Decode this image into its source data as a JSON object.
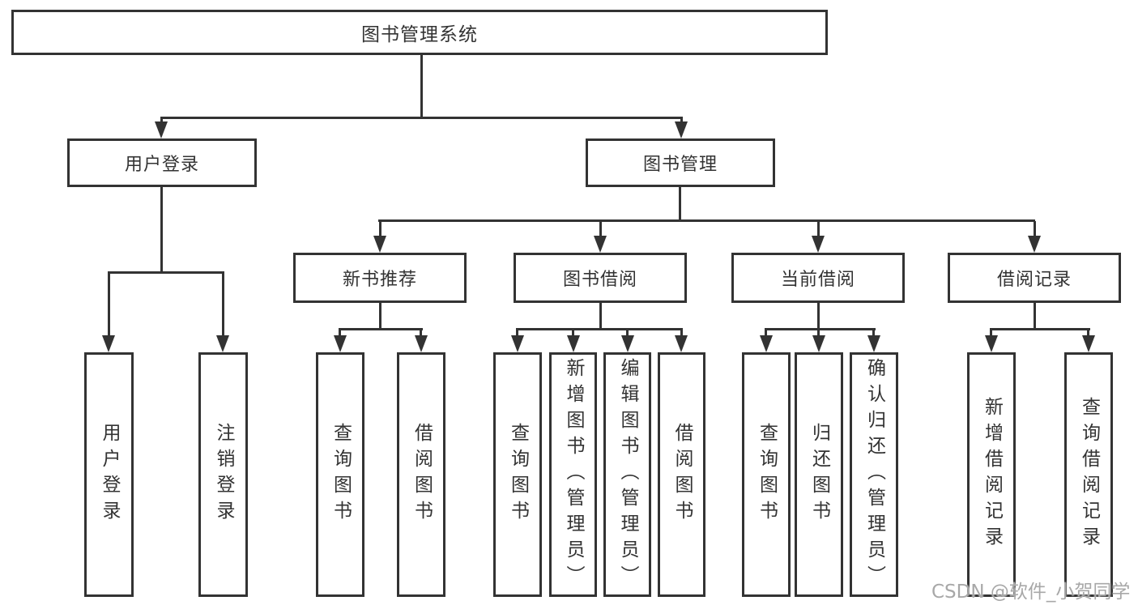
{
  "diagram_type": "function-structure-tree",
  "root": {
    "label": "图书管理系统",
    "children": [
      {
        "label": "用户登录",
        "children": [
          {
            "label": "用户登录"
          },
          {
            "label": "注销登录"
          }
        ]
      },
      {
        "label": "图书管理",
        "children": [
          {
            "label": "新书推荐",
            "children": [
              {
                "label": "查询图书"
              },
              {
                "label": "借阅图书"
              }
            ]
          },
          {
            "label": "图书借阅",
            "children": [
              {
                "label": "查询图书"
              },
              {
                "label": "新增图书（管理员）"
              },
              {
                "label": "编辑图书（管理员）"
              },
              {
                "label": "借阅图书"
              }
            ]
          },
          {
            "label": "当前借阅",
            "children": [
              {
                "label": "查询图书"
              },
              {
                "label": "归还图书"
              },
              {
                "label": "确认归还（管理员）"
              }
            ]
          },
          {
            "label": "借阅记录",
            "children": [
              {
                "label": "新增借阅记录"
              },
              {
                "label": "查询借阅记录"
              }
            ]
          }
        ]
      }
    ]
  },
  "watermark": {
    "text": "CSDN @软件_小贺同学",
    "color": "#a8a8a8"
  },
  "colors": {
    "line": "#333333",
    "text": "#333333",
    "background": "#ffffff"
  }
}
